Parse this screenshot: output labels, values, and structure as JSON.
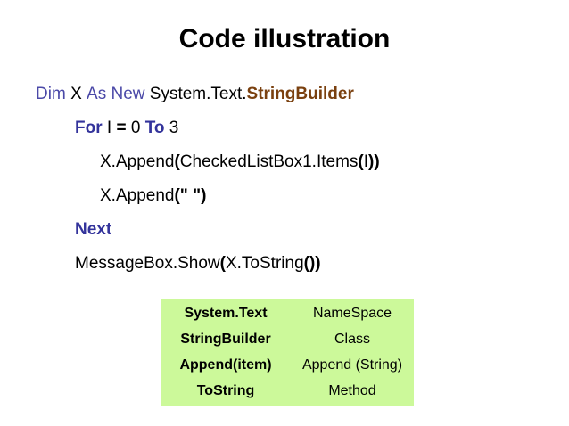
{
  "slide": {
    "title": "Code illustration",
    "background_color": "#ffffff"
  },
  "colors": {
    "keyword_blue": "#4b49a8",
    "flow_keyword_blue": "#33339b",
    "type_brown": "#7a400f",
    "plain_black": "#000000",
    "table_green": "#ccf99a"
  },
  "code": {
    "lines": [
      {
        "indent": 0,
        "tokens": [
          {
            "text": "Dim ",
            "style": "kw-dim"
          },
          {
            "text": "X ",
            "style": "plain"
          },
          {
            "text": "As New ",
            "style": "kw-dim"
          },
          {
            "text": "System.Text.",
            "style": "plain"
          },
          {
            "text": "StringBuilder",
            "style": "type-bld"
          }
        ],
        "plain_text": "Dim X As New System.Text.StringBuilder"
      },
      {
        "indent": 1,
        "tokens": [
          {
            "text": "For ",
            "style": "kw-flow"
          },
          {
            "text": "I ",
            "style": "plain"
          },
          {
            "text": "=",
            "style": "punct"
          },
          {
            "text": " 0 ",
            "style": "plain"
          },
          {
            "text": "To ",
            "style": "kw-flow"
          },
          {
            "text": "3",
            "style": "plain"
          }
        ],
        "plain_text": "For I = 0 To 3"
      },
      {
        "indent": 2,
        "tokens": [
          {
            "text": "X.Append",
            "style": "plain"
          },
          {
            "text": "(",
            "style": "punct"
          },
          {
            "text": "CheckedListBox1.Items",
            "style": "plain"
          },
          {
            "text": "(",
            "style": "punct"
          },
          {
            "text": "I",
            "style": "plain"
          },
          {
            "text": "))",
            "style": "punct"
          }
        ],
        "plain_text": "X.Append(CheckedListBox1.Items(I))"
      },
      {
        "indent": 2,
        "tokens": [
          {
            "text": "X.Append",
            "style": "plain"
          },
          {
            "text": "(\" \")",
            "style": "punct"
          }
        ],
        "plain_text": "X.Append(\" \")"
      },
      {
        "indent": 1,
        "tokens": [
          {
            "text": "Next",
            "style": "kw-flow"
          }
        ],
        "plain_text": "Next"
      },
      {
        "indent": 1,
        "tokens": [
          {
            "text": "MessageBox.Show",
            "style": "plain"
          },
          {
            "text": "(",
            "style": "punct"
          },
          {
            "text": "X.ToString",
            "style": "plain"
          },
          {
            "text": "())",
            "style": "punct"
          }
        ],
        "plain_text": "MessageBox.Show(X.ToString())"
      }
    ]
  },
  "legend": {
    "rows": [
      {
        "term": "System.Text",
        "kind": "NameSpace"
      },
      {
        "term": "StringBuilder",
        "kind": "Class"
      },
      {
        "term": "Append(item)",
        "kind": "Append (String)"
      },
      {
        "term": "ToString",
        "kind": "Method"
      }
    ]
  }
}
